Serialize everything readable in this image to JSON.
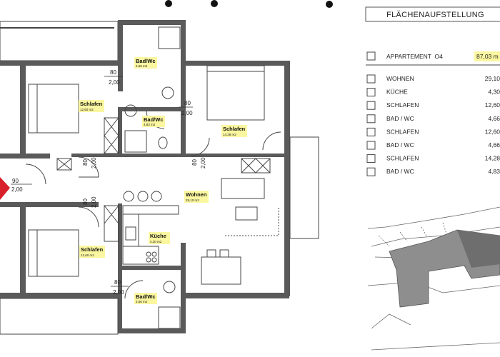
{
  "plan": {
    "rooms": {
      "bad_top": {
        "name": "Bad/Wc",
        "area": "4,66 m2"
      },
      "bad_mid": {
        "name": "Bad/Wc",
        "area": "4,83 m2"
      },
      "schlafen_tl": {
        "name": "Schlafen",
        "area": "12,60 m2"
      },
      "schlafen_r": {
        "name": "Schlafen",
        "area": "14,28 m2"
      },
      "wohnen": {
        "name": "Wohnen",
        "area": "29,10 m2"
      },
      "kueche": {
        "name": "Küche",
        "area": "4,30 m2"
      },
      "schlafen_bl": {
        "name": "Schlafen",
        "area": "12,60 m2"
      },
      "bad_bottom": {
        "name": "Bad/Wc",
        "area": "4,66 m2"
      }
    },
    "door_dims": {
      "w80": "80",
      "w90": "90",
      "h": "2,00"
    },
    "highlight_color": "#fbf7a0",
    "wall_color": "#5a5a5a",
    "entry_arrow_color": "#d8202a"
  },
  "table": {
    "title": "FLÄCHENAUFSTELLUNG",
    "apartment": {
      "label": "APPARTEMENT  O4",
      "value": "87,03 m"
    },
    "rows": [
      {
        "label": "WOHNEN",
        "value": "29,10"
      },
      {
        "label": "KÜCHE",
        "value": "4,30"
      },
      {
        "label": "SCHLAFEN",
        "value": "12,60"
      },
      {
        "label": "BAD / WC",
        "value": "4,66"
      },
      {
        "label": "SCHLAFEN",
        "value": "12,60"
      },
      {
        "label": "BAD / WC",
        "value": "4,66"
      },
      {
        "label": "SCHLAFEN",
        "value": "14,28"
      },
      {
        "label": "BAD / WC",
        "value": "4,83"
      }
    ]
  }
}
